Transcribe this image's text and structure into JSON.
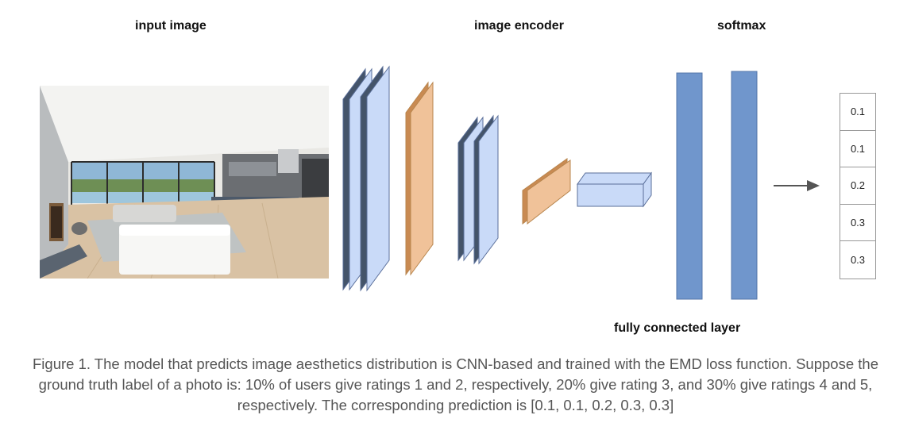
{
  "labels": {
    "input": "input image",
    "encoder": "image encoder",
    "softmax": "softmax",
    "fc": "fully connected layer"
  },
  "colors": {
    "conv_face": "#c9daf8",
    "conv_side": "#44546a",
    "conv_edge": "#5a6f9a",
    "pool_face": "#f0c299",
    "pool_side": "#c98a52",
    "pool_edge": "#b8864e",
    "fc_bar": "#7096cc",
    "fc_edge": "#5577aa",
    "arrow": "#555555"
  },
  "output_values": [
    "0.1",
    "0.1",
    "0.2",
    "0.3",
    "0.3"
  ],
  "caption": "Figure 1. The model that predicts image aesthetics distribution is CNN-based and trained with the EMD loss function. Suppose the ground truth label of a photo is: 10% of users give ratings 1 and 2, respectively, 20% give rating 3, and 30% give ratings 4 and 5, respectively. The corresponding prediction is [0.1, 0.1, 0.2, 0.3, 0.3]"
}
